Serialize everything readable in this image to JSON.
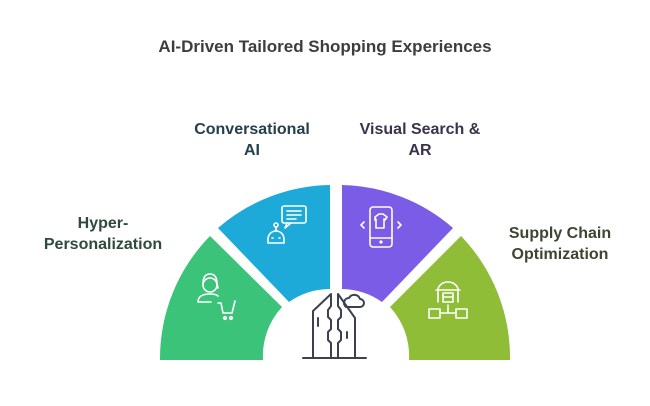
{
  "title": "AI-Driven Tailored Shopping Experiences",
  "segments": [
    {
      "label_line1": "Hyper-",
      "label_line2": "Personalization",
      "color": "#3cc37a",
      "label_color": "#2f4a3b",
      "icon": "person-cart-icon"
    },
    {
      "label_line1": "Conversational",
      "label_line2": "AI",
      "color": "#1eaad9",
      "label_color": "#24404c",
      "icon": "chatbot-icon"
    },
    {
      "label_line1": "Visual Search &",
      "label_line2": "AR",
      "color": "#7b5ce6",
      "label_color": "#3a3350",
      "icon": "phone-shirt-icon"
    },
    {
      "label_line1": "Supply Chain",
      "label_line2": "Optimization",
      "color": "#8fbd38",
      "label_color": "#3c4530",
      "icon": "warehouse-network-icon"
    }
  ],
  "center_icon": "city-buildings-icon"
}
